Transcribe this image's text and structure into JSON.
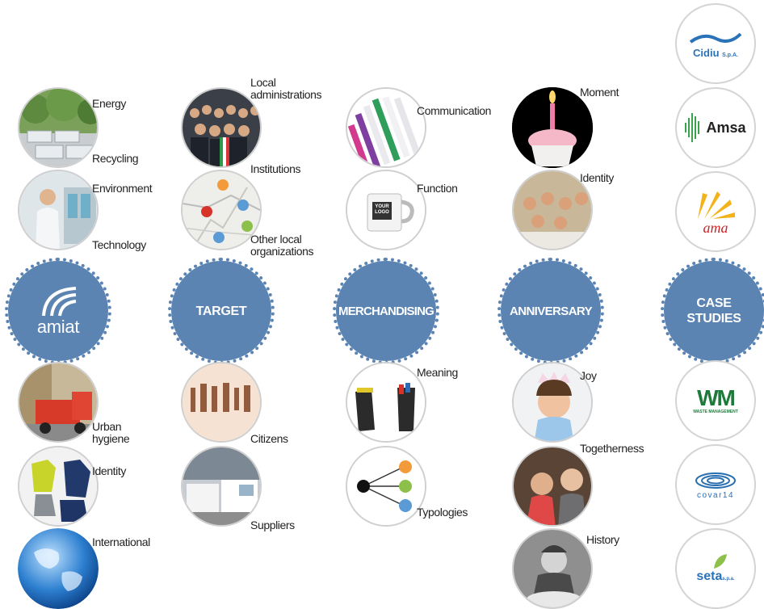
{
  "hubs": {
    "amiat": "amiat",
    "target": "TARGET",
    "merchandising": "MERCHANDISING",
    "anniversary": "ANNIVERSARY",
    "case_studies_1": "CASE",
    "case_studies_2": "STUDIES"
  },
  "amiat_labels": {
    "energy": "Energy",
    "recycling": "Recycling",
    "environment": "Environment",
    "technology": "Technology",
    "urban_1": "Urban",
    "urban_2": "hygiene",
    "identity": "Identity",
    "international": "International"
  },
  "target_labels": {
    "local_1": "Local",
    "local_2": "administrations",
    "institutions": "Institutions",
    "other_1": "Other local",
    "other_2": "organizations",
    "citizens": "Citizens",
    "suppliers": "Suppliers"
  },
  "merch_labels": {
    "communication": "Communication",
    "function": "Function",
    "meaning": "Meaning",
    "typologies": "Typologies",
    "mug_text_1": "YOUR",
    "mug_text_2": "LOGO"
  },
  "anniversary_labels": {
    "moment": "Moment",
    "identity": "Identity",
    "joy": "Joy",
    "togetherness": "Togetherness",
    "history": "History"
  },
  "logos": {
    "cidiu": "Cidiu",
    "cidiu_sub": "S.p.A.",
    "amsa": "Amsa",
    "ama": "ama",
    "wm": "WM",
    "wm_sub": "WASTE MANAGEMENT",
    "covar": "covar14",
    "seta": "seta",
    "seta_sub": "s.p.a."
  },
  "colors": {
    "hub_blue": "#5b84b3",
    "dot_orange": "#f39a3b",
    "dot_green": "#8cc04b",
    "dot_blue": "#5b9bd5"
  }
}
